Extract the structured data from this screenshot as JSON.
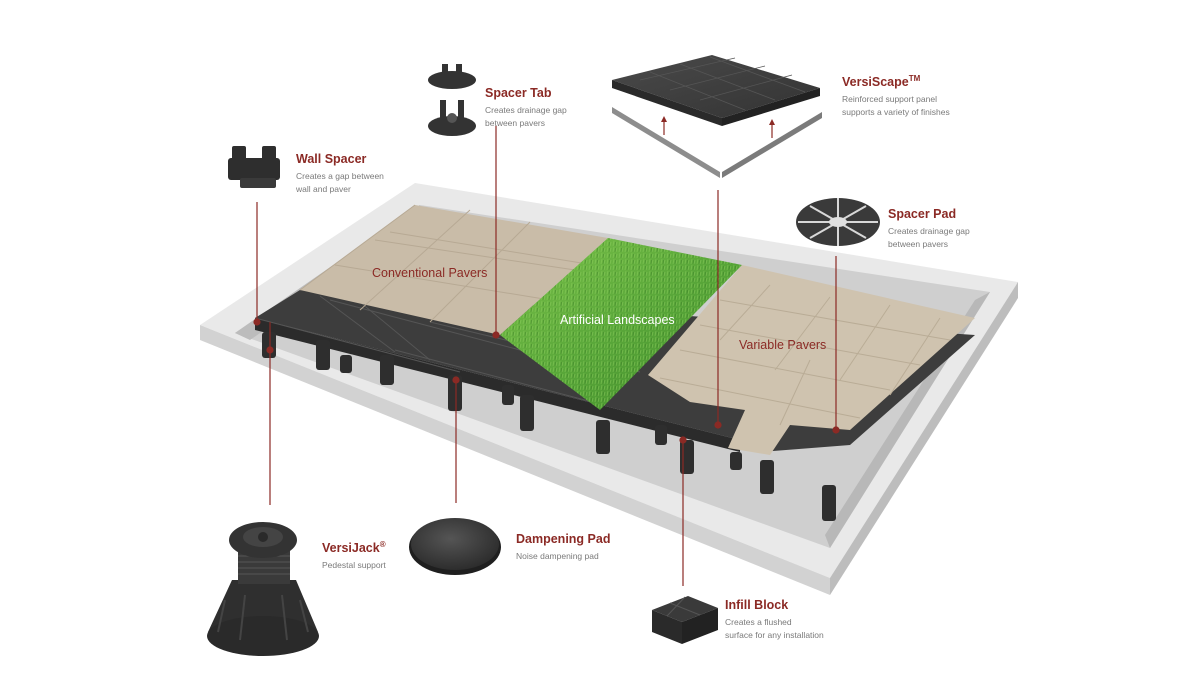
{
  "zones": {
    "conventional": "Conventional Pavers",
    "artificial": "Artificial Landscapes",
    "variable": "Variable Pavers"
  },
  "components": {
    "spacer_tab": {
      "title": "Spacer Tab",
      "desc_1": "Creates drainage gap",
      "desc_2": "between pavers"
    },
    "versiscape": {
      "title": "VersiScape",
      "mark": "TM",
      "desc_1": "Reinforced support panel",
      "desc_2": "supports a variety of finishes"
    },
    "wall_spacer": {
      "title": "Wall Spacer",
      "desc_1": "Creates a gap between",
      "desc_2": "wall and paver"
    },
    "spacer_pad": {
      "title": "Spacer Pad",
      "desc_1": "Creates drainage gap",
      "desc_2": "between pavers"
    },
    "versijack": {
      "title": "VersiJack",
      "mark": "®",
      "desc_1": "Pedestal support"
    },
    "dampening_pad": {
      "title": "Dampening Pad",
      "desc_1": "Noise dampening pad"
    },
    "infill_block": {
      "title": "Infill Block",
      "desc_1": "Creates a flushed",
      "desc_2": "surface for any installation"
    }
  },
  "colors": {
    "accent": "#8b2a25",
    "paver": "#c9bca8",
    "turf": "#5aa83a",
    "panel": "#3e3e3e",
    "concrete": "#ececec"
  }
}
